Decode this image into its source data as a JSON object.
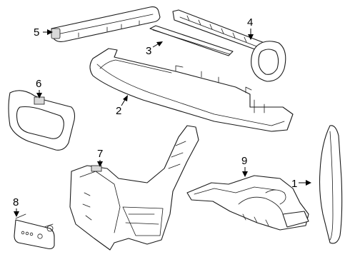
{
  "parts": [
    {
      "number": "1"
    },
    {
      "number": "2"
    },
    {
      "number": "3"
    },
    {
      "number": "4"
    },
    {
      "number": "5"
    },
    {
      "number": "6"
    },
    {
      "number": "7"
    },
    {
      "number": "8"
    },
    {
      "number": "9"
    }
  ]
}
